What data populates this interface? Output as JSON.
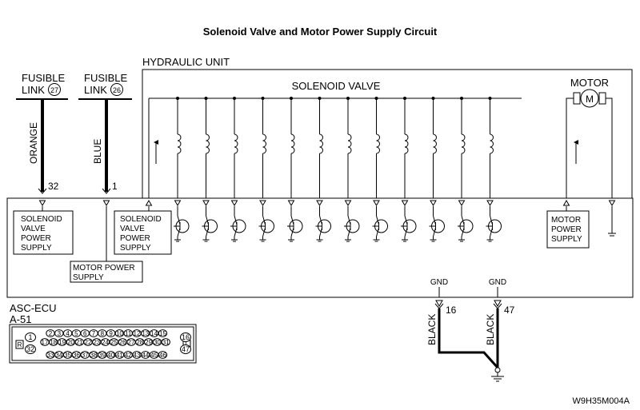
{
  "title": "Solenoid Valve and Motor Power Supply Circuit",
  "hydraulic_unit": {
    "label": "HYDRAULIC UNIT",
    "solenoid_label": "SOLENOID VALVE",
    "motor_label": "MOTOR",
    "motor_symbol": "M",
    "solenoid_count": 12
  },
  "fusible_links": [
    {
      "line1": "FUSIBLE",
      "line2": "LINK",
      "number": "27",
      "wire_color": "ORANGE",
      "terminal": "32"
    },
    {
      "line1": "FUSIBLE",
      "line2": "LINK",
      "number": "26",
      "wire_color": "BLUE",
      "terminal": "1"
    }
  ],
  "ecu": {
    "boxes": {
      "solenoid_supply": [
        "SOLENOID",
        "VALVE",
        "POWER",
        "SUPPLY"
      ],
      "motor_supply": [
        "MOTOR POWER",
        "SUPPLY"
      ],
      "solenoid_supply_inner": [
        "SOLENOID",
        "VALVE",
        "POWER",
        "SUPPLY"
      ],
      "motor_supply_right": [
        "MOTOR",
        "POWER",
        "SUPPLY"
      ]
    },
    "name": "ASC-ECU",
    "connector_id": "A-51"
  },
  "ground": {
    "gnd1": "GND",
    "gnd2": "GND",
    "wire1_color": "BLACK",
    "wire2_color": "BLACK",
    "terminal1": "16",
    "terminal2": "47"
  },
  "connector": {
    "left_tag": "R",
    "right_tag": "L",
    "left_pins": [
      "1",
      "32"
    ],
    "right_pins": [
      "16",
      "47"
    ],
    "row1": [
      "2",
      "3",
      "4",
      "5",
      "6",
      "7",
      "8",
      "9",
      "10",
      "11",
      "12",
      "13",
      "14",
      "15"
    ],
    "row2": [
      "17",
      "18",
      "19",
      "20",
      "21",
      "22",
      "23",
      "24",
      "25",
      "26",
      "27",
      "28",
      "29",
      "30",
      "31"
    ],
    "row3": [
      "33",
      "34",
      "35",
      "36",
      "37",
      "38",
      "39",
      "40",
      "41",
      "42",
      "43",
      "44",
      "45",
      "46"
    ]
  },
  "code": "W9H35M004A"
}
